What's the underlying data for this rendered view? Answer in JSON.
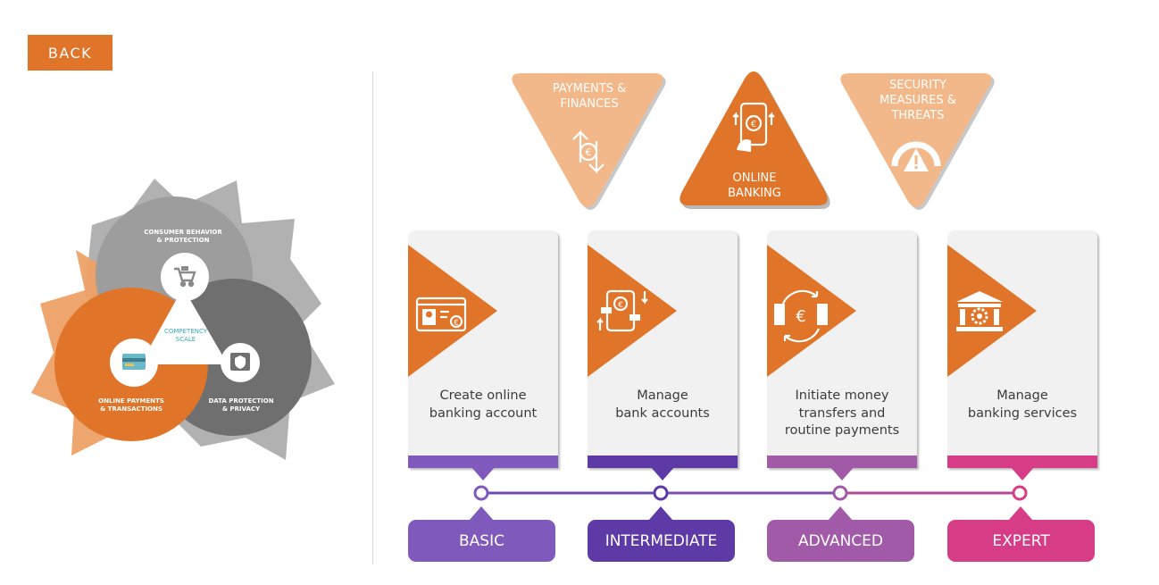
{
  "back_label": "BACK",
  "colors": {
    "orange": "#e07428",
    "peach": "#f2b889",
    "basic": "#7f59bc",
    "intermediate": "#5d3aa6",
    "advanced": "#a05aa8",
    "expert": "#d73d86"
  },
  "wheel": {
    "center_label": "COMPETENCY\nSCALE",
    "segments": [
      {
        "label": "CONSUMER BEHAVIOR\n& PROTECTION",
        "icon": "shopping-cart-icon"
      },
      {
        "label": "ONLINE PAYMENTS\n& TRANSACTIONS",
        "icon": "credit-card-icon"
      },
      {
        "label": "DATA PROTECTION\n& PRIVACY",
        "icon": "shield-icon"
      }
    ]
  },
  "topics": [
    {
      "label": "PAYMENTS &\nFINANCES",
      "icon": "euro-exchange-icon",
      "active": false
    },
    {
      "label": "ONLINE\nBANKING",
      "icon": "mobile-banking-icon",
      "active": true
    },
    {
      "label": "SECURITY\nMEASURES &\nTHREATS",
      "icon": "warning-gauge-icon",
      "active": false
    }
  ],
  "cards": [
    {
      "text": "Create online\nbanking account",
      "icon": "id-card-euro-icon"
    },
    {
      "text": "Manage\nbank accounts",
      "icon": "phone-transfer-icon"
    },
    {
      "text": "Initiate money\ntransfers and\nroutine payments",
      "icon": "money-cycle-icon"
    },
    {
      "text": "Manage\nbanking services",
      "icon": "bank-building-icon"
    }
  ],
  "levels": [
    {
      "label": "BASIC"
    },
    {
      "label": "INTERMEDIATE"
    },
    {
      "label": "ADVANCED"
    },
    {
      "label": "EXPERT"
    }
  ]
}
